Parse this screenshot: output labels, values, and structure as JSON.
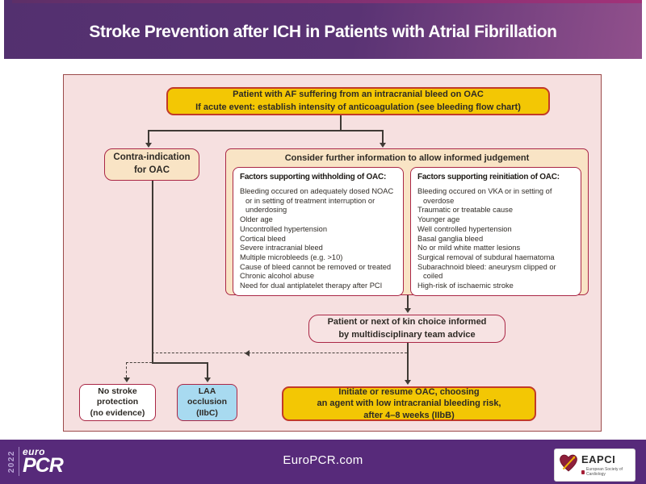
{
  "header": {
    "title": "Stroke Prevention after ICH in Patients with Atrial Fibrillation"
  },
  "flow": {
    "start": {
      "line1": "Patient with AF suffering from an intracranial bleed on OAC",
      "line2": "If acute event: establish intensity of anticoagulation (see bleeding flow chart)"
    },
    "contra": {
      "line1": "Contra-indication",
      "line2": "for OAC"
    },
    "consider": {
      "title": "Consider further information to allow informed judgement",
      "withhold": {
        "title": "Factors supporting withholding of OAC:",
        "items": [
          "Bleeding occured on adequately dosed NOAC or in setting of treatment interruption or underdosing",
          "Older age",
          "Uncontrolled hypertension",
          "Cortical bleed",
          "Severe intracranial bleed",
          "Multiple microbleeds (e.g. >10)",
          "Cause of bleed cannot be removed or treated",
          "Chronic alcohol abuse",
          "Need for dual antiplatelet therapy after PCI"
        ]
      },
      "reinit": {
        "title": "Factors supporting reinitiation of OAC:",
        "items": [
          "Bleeding occured on VKA or in setting of overdose",
          "Traumatic or treatable cause",
          "Younger age",
          "Well controlled hypertension",
          "Basal ganglia bleed",
          "No or mild white matter lesions",
          "Surgical removal of subdural haematoma",
          "Subarachnoid bleed: aneurysm clipped or coiled",
          "High-risk of ischaemic stroke"
        ]
      }
    },
    "choice": {
      "line1": "Patient or next of kin choice informed",
      "line2": "by multidisciplinary team advice"
    },
    "no_protection": {
      "line1": "No stroke",
      "line2": "protection",
      "line3": "(no evidence)"
    },
    "laa": {
      "line1": "LAA",
      "line2": "occlusion",
      "line3": "(IIbC)"
    },
    "resume": {
      "line1": "Initiate or resume OAC, choosing",
      "line2": "an agent with low intracranial bleeding risk,",
      "line3": "after 4–8 weeks (IIbB)"
    }
  },
  "footer": {
    "site": "EuroPCR.com",
    "logo": {
      "year": "2022",
      "euro": "euro",
      "pcr": "PCR"
    },
    "eapci": {
      "name": "EAPCI",
      "subtitle": "European Society of Cardiology"
    }
  },
  "colors": {
    "header_purple_left": "#53306f",
    "header_purple_right": "#91508c",
    "panel_pink": "#f6e0e0",
    "box_yellow": "#f3c704",
    "box_peach": "#f9e4c5",
    "box_blue": "#a8daf0",
    "border_red": "#c23a28",
    "border_crimson": "#aa2746",
    "footer_purple": "#572a7a"
  }
}
